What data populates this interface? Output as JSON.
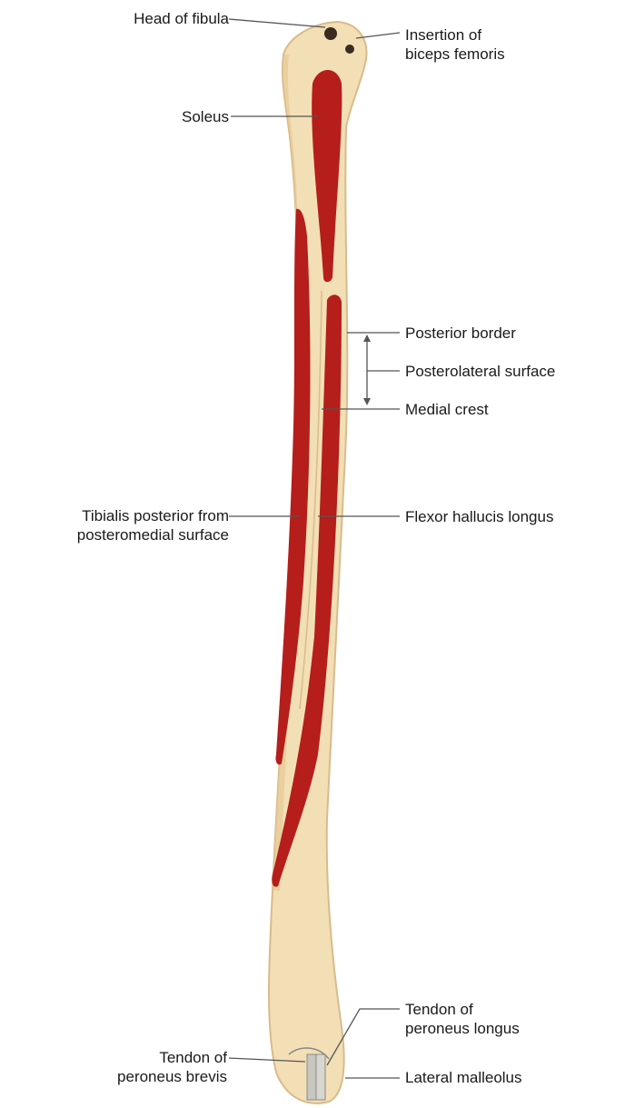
{
  "labels": {
    "head_of_fibula": "Head of fibula",
    "insertion_biceps": [
      "Insertion of",
      "biceps femoris"
    ],
    "soleus": "Soleus",
    "posterior_border": "Posterior border",
    "posterolateral_surface": "Posterolateral surface",
    "medial_crest": "Medial crest",
    "tibialis_posterior": [
      "Tibialis posterior from",
      "posteromedial surface"
    ],
    "flexor_hallucis": "Flexor hallucis longus",
    "tendon_peroneus_longus": [
      "Tendon of",
      "peroneus longus"
    ],
    "tendon_peroneus_brevis": [
      "Tendon of",
      "peroneus brevis"
    ],
    "lateral_malleolus": "Lateral malleolus"
  },
  "colors": {
    "bone": "#f3dfb6",
    "bone_shade": "#d9bb8a",
    "muscle": "#b51e1a",
    "leader": "#555555"
  }
}
